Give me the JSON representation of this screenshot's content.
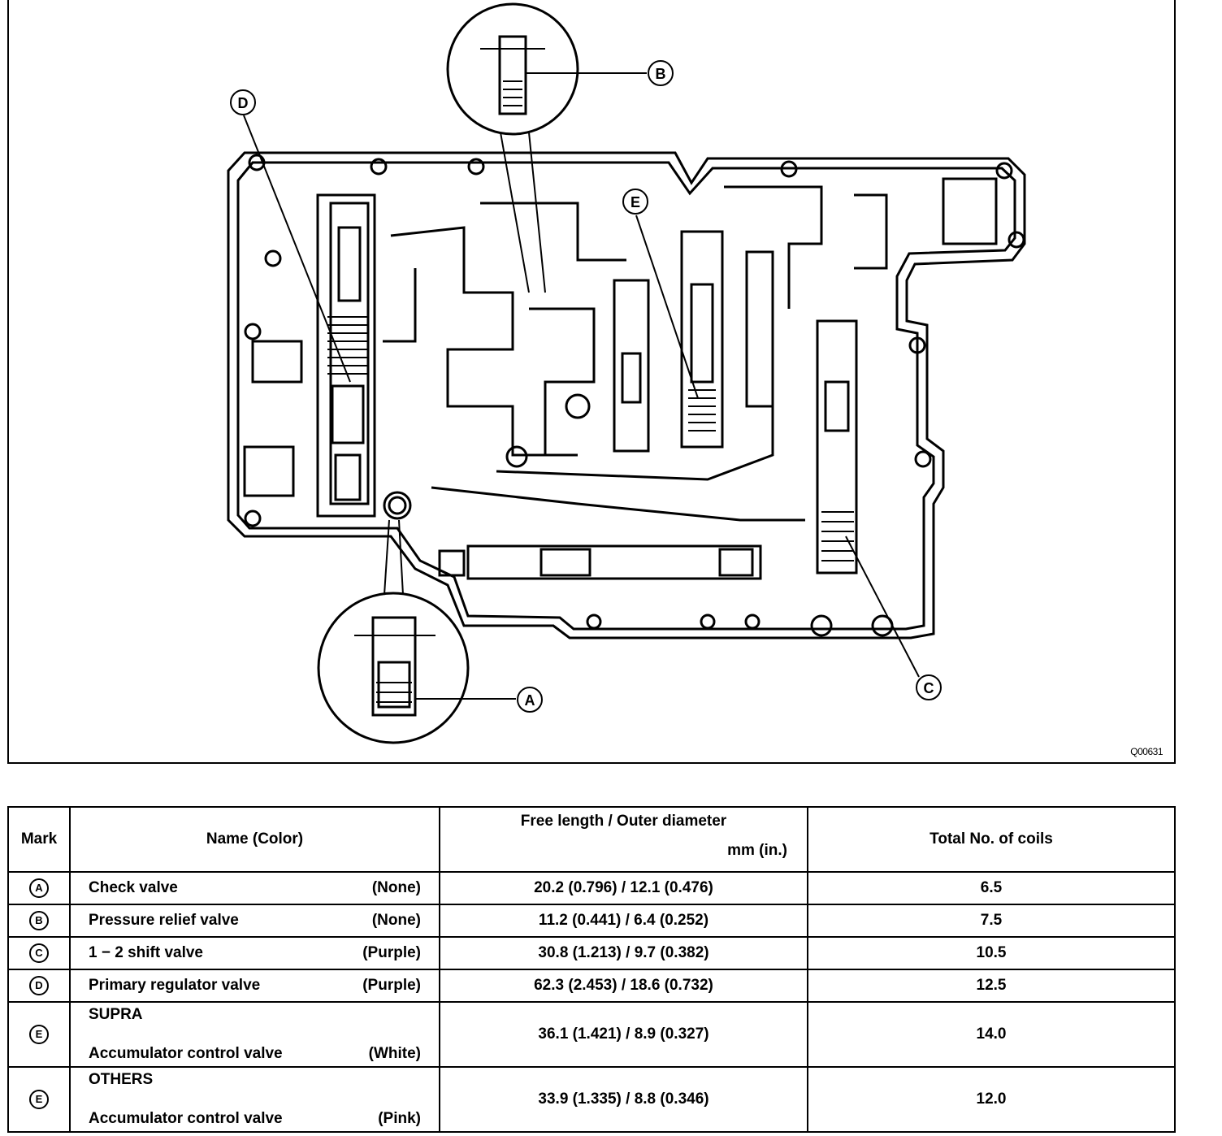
{
  "figure": {
    "code": "Q00631",
    "callouts": [
      "A",
      "B",
      "C",
      "D",
      "E"
    ]
  },
  "table": {
    "headers": {
      "mark": "Mark",
      "name": "Name (Color)",
      "length_line1": "Free length / Outer diameter",
      "length_line2": "mm (in.)",
      "coils": "Total No. of coils"
    },
    "rows": [
      {
        "mark": "A",
        "group": "",
        "name": "Check valve",
        "color": "(None)",
        "length": "20.2 (0.796) / 12.1 (0.476)",
        "coils": "6.5"
      },
      {
        "mark": "B",
        "group": "",
        "name": "Pressure relief valve",
        "color": "(None)",
        "length": "11.2 (0.441) / 6.4 (0.252)",
        "coils": "7.5"
      },
      {
        "mark": "C",
        "group": "",
        "name": "1 − 2 shift valve",
        "color": "(Purple)",
        "length": "30.8 (1.213) / 9.7 (0.382)",
        "coils": "10.5"
      },
      {
        "mark": "D",
        "group": "",
        "name": "Primary regulator valve",
        "color": "(Purple)",
        "length": "62.3 (2.453) / 18.6 (0.732)",
        "coils": "12.5"
      },
      {
        "mark": "E",
        "group": "SUPRA",
        "name": "Accumulator control valve",
        "color": "(White)",
        "length": "36.1 (1.421) / 8.9 (0.327)",
        "coils": "14.0"
      },
      {
        "mark": "E",
        "group": "OTHERS",
        "name": "Accumulator control valve",
        "color": "(Pink)",
        "length": "33.9 (1.335) / 8.8 (0.346)",
        "coils": "12.0"
      }
    ]
  }
}
